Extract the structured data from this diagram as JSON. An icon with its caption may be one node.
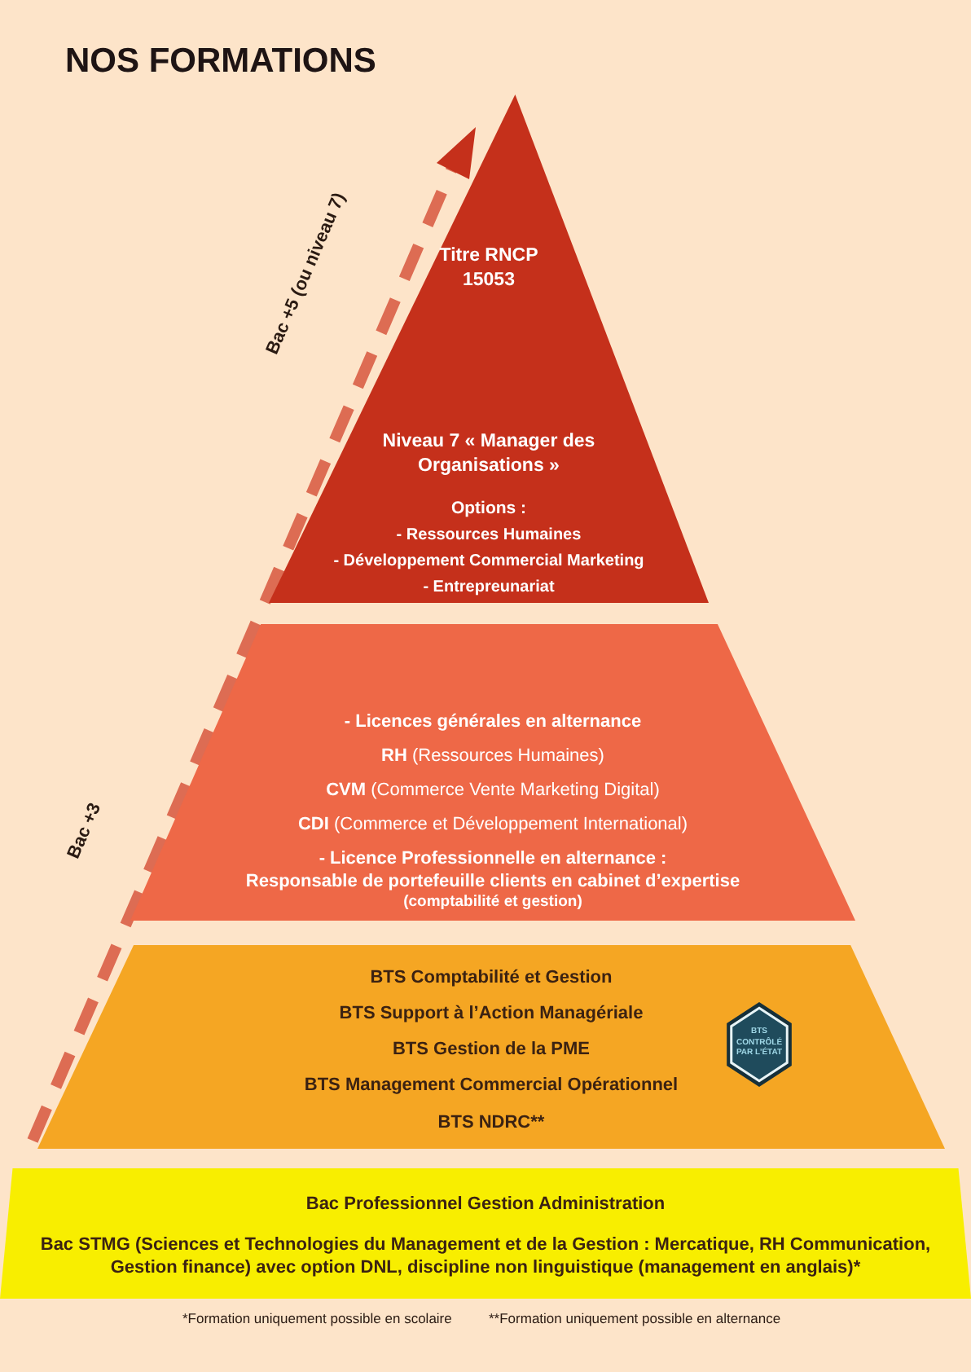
{
  "diagram": {
    "title": "NOS FORMATIONS",
    "nodes": [
      {
        "text": [
          "Titre RNCP 15053",
          "Niveau 7 « Manager des Organisations »",
          "Options :",
          "- Ressources Humaines",
          "- Développement Commercial Marketing",
          "- Entrepreunariat"
        ]
      },
      {
        "text": [
          "- Licences générales en alternance",
          "**RH** (Ressources Humaines)",
          "**CVM** (Commerce Vente Marketing Digital)",
          "**CDI** (Commerce et Développement International)",
          "- Licence Professionnelle en alternance :",
          "Responsable de portefeuille clients en cabinet d’expertise",
          "(comptabilité et gestion)"
        ]
      },
      {
        "text": [
          "BTS Comptabilité et Gestion",
          "BTS Support à l’Action Managériale",
          "BTS Gestion de la PME",
          "BTS Management Commercial Opérationnel",
          "BTS NDRC**"
        ]
      },
      {
        "text": [
          "BTS CONTRÔLÉ PAR L’ÉTAT"
        ],
        "in": 2
      },
      {
        "text": [
          "Bac Professionnel Gestion Administration",
          "Bac STMG (Sciences et Technologies du Management et de la Gestion : Mercatique, RH Communication, Gestion finance) avec option DNL, discipline non linguistique (management en anglais)*"
        ]
      }
    ],
    "edges": [],
    "labels": [
      "Bac +5 (ou niveau 7)",
      "Bac +3",
      "*Formation uniquement possible en scolaire",
      "**Formation uniquement possible en alternance"
    ]
  }
}
